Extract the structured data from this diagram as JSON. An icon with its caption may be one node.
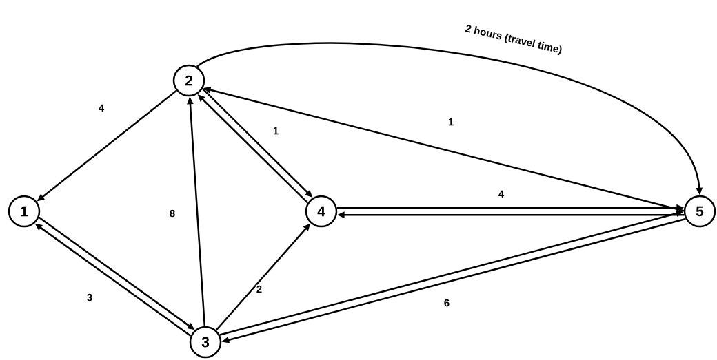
{
  "diagram": {
    "nodes": [
      {
        "text": [
          "1"
        ]
      },
      {
        "text": [
          "2"
        ]
      },
      {
        "text": [
          "3"
        ]
      },
      {
        "text": [
          "4"
        ]
      },
      {
        "text": [
          "5"
        ]
      }
    ],
    "edges": [
      {
        "from": 1,
        "to": 0,
        "arrow": "to",
        "label": "4"
      },
      {
        "from": 0,
        "to": 2,
        "arrow": "to"
      },
      {
        "from": 2,
        "to": 0,
        "arrow": "to",
        "label": "3"
      },
      {
        "from": 2,
        "to": 1,
        "arrow": "to",
        "label": "8"
      },
      {
        "from": 1,
        "to": 3,
        "arrow": "to",
        "label": "1"
      },
      {
        "from": 3,
        "to": 1,
        "arrow": "to"
      },
      {
        "from": 2,
        "to": 3,
        "arrow": "to",
        "label": "2"
      },
      {
        "from": 3,
        "to": 4,
        "arrow": "to",
        "label": "4"
      },
      {
        "from": 4,
        "to": 3,
        "arrow": "to"
      },
      {
        "from": 2,
        "to": 4,
        "arrow": "to"
      },
      {
        "from": 4,
        "to": 2,
        "arrow": "to",
        "label": "6"
      },
      {
        "from": 4,
        "to": 1,
        "arrow": "to",
        "label": "1"
      },
      {
        "from": 1,
        "to": 4,
        "arrow": "to",
        "label": "2 hours (travel time)"
      }
    ]
  }
}
